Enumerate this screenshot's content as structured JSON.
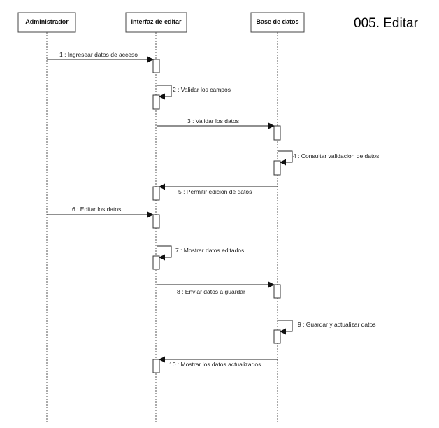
{
  "title": "005. Editar",
  "participants": [
    {
      "id": "admin",
      "label": "Administrador"
    },
    {
      "id": "ui",
      "label": "Interfaz de editar"
    },
    {
      "id": "db",
      "label": "Base de datos"
    }
  ],
  "messages": [
    {
      "label": "1 : Ingresear datos de acceso",
      "from": "admin",
      "to": "ui"
    },
    {
      "label": "2 : Validar los campos",
      "from": "ui",
      "to": "ui"
    },
    {
      "label": "3 : Validar los datos",
      "from": "ui",
      "to": "db"
    },
    {
      "label": "4 : Consultar validacion de datos",
      "from": "db",
      "to": "db"
    },
    {
      "label": "5 : Permitir edicion de datos",
      "from": "db",
      "to": "ui"
    },
    {
      "label": "6 : Editar los datos",
      "from": "admin",
      "to": "ui"
    },
    {
      "label": "7 : Mostrar datos editados",
      "from": "ui",
      "to": "ui"
    },
    {
      "label": "8 : Enviar datos a guardar",
      "from": "ui",
      "to": "db"
    },
    {
      "label": "9 : Guardar y actualizar datos",
      "from": "db",
      "to": "db"
    },
    {
      "label": "10 : Mostrar los datos actualizados",
      "from": "db",
      "to": "ui"
    }
  ]
}
